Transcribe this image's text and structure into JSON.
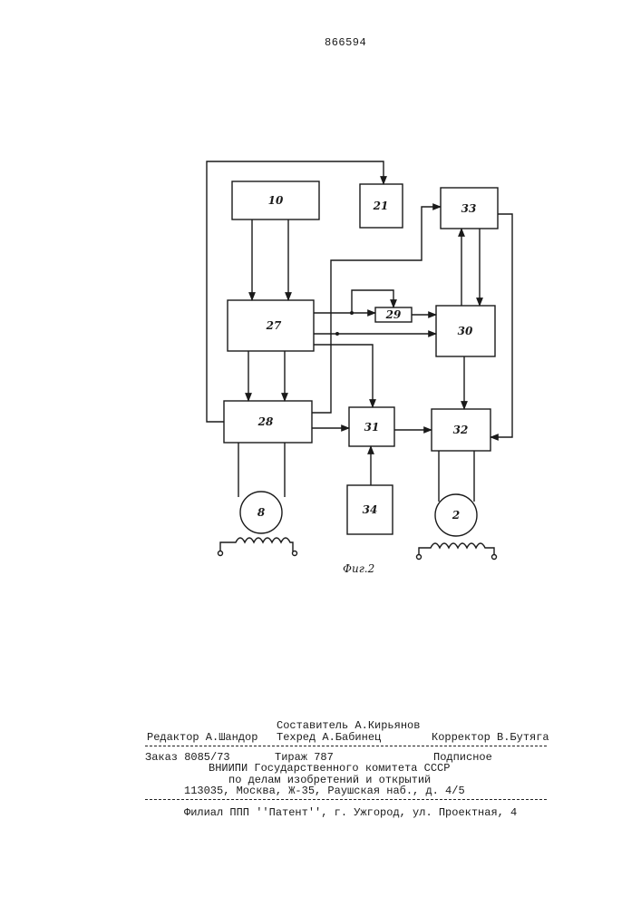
{
  "header": {
    "patent_number": "866594"
  },
  "diagram": {
    "blocks": {
      "b10": "10",
      "b21": "21",
      "b33": "33",
      "b27": "27",
      "b29": "29",
      "b30": "30",
      "b28": "28",
      "b31": "31",
      "b32": "32",
      "b34": "34"
    },
    "motors": {
      "m8": "8",
      "m2": "2"
    },
    "caption": "Фиг.2"
  },
  "footer": {
    "compiler": "Составитель А.Кирьянов",
    "editor": "Редактор А.Шандор",
    "techred": "Техред А.Бабинец",
    "corrector": "Корректор В.Бутяга",
    "order": "Заказ 8085/73",
    "circulation": "Тираж 787",
    "subscription": "Подписное",
    "org_line1": "ВНИИПИ Государственного комитета СССР",
    "org_line2": "по делам изобретений и открытий",
    "org_line3": "113035, Москва, Ж-35, Раушская наб., д. 4/5",
    "branch": "Филиал ППП ''Патент'', г. Ужгород, ул. Проектная, 4"
  }
}
